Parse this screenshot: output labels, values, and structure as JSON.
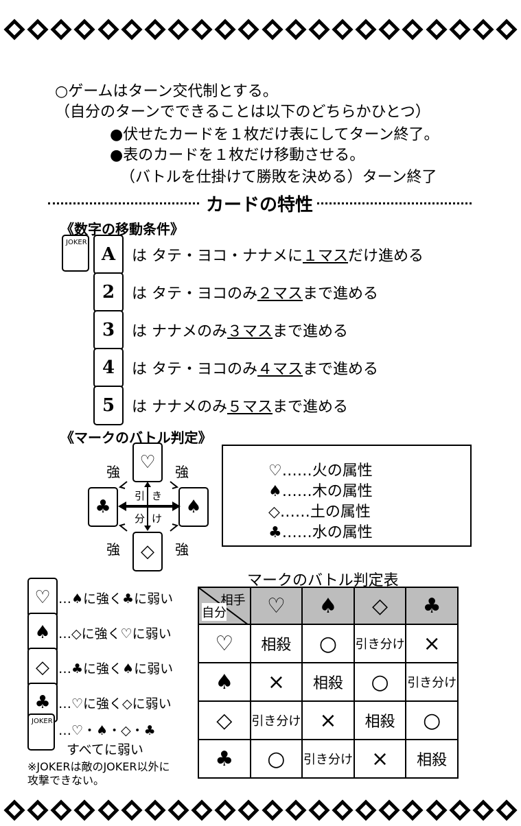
{
  "rules_intro": {
    "line1": "○ゲームはターン交代制とする。",
    "line2": "（自分のターンでできることは以下のどちらかひとつ）",
    "line3": "●伏せたカードを１枚だけ表にしてターン終了。",
    "line4": "●表のカードを１枚だけ移動させる。",
    "line5": "（バトルを仕掛けて勝敗を決める）ターン終了"
  },
  "section_title": "カードの特性",
  "movement": {
    "heading": "《数字の移動条件》",
    "joker_label": "JOKER",
    "rows": [
      {
        "card": "A",
        "pre": "は タテ・ヨコ・ナナメに",
        "u": "１マス",
        "post": "だけ進める"
      },
      {
        "card": "2",
        "pre": "は タテ・ヨコのみ",
        "u": "２マス",
        "post": "まで進める"
      },
      {
        "card": "3",
        "pre": "は ナナメのみ",
        "u": "３マス",
        "post": "まで進める"
      },
      {
        "card": "4",
        "pre": "は タテ・ヨコのみ",
        "u": "４マス",
        "post": "まで進める"
      },
      {
        "card": "5",
        "pre": "は ナナメのみ",
        "u": "５マス",
        "post": "まで進める"
      }
    ]
  },
  "battle": {
    "heading": "《マークのバトル判定》",
    "strong": "強",
    "center_top": "引",
    "center_top2": "き",
    "center_bottom": "分",
    "center_bottom2": "け",
    "suits": {
      "heart": "♡",
      "spade": "♠",
      "diamond": "◇",
      "club": "♣"
    },
    "attributes": [
      "♡……火の属性",
      "♠……木の属性",
      "◇……土の属性",
      "♣……水の属性"
    ]
  },
  "left_rules": [
    {
      "card": "♡",
      "text": "…♠に強く♣に弱い"
    },
    {
      "card": "♠",
      "text": "…◇に強く♡に弱い"
    },
    {
      "card": "◇",
      "text": "…♣に強く♠に弱い"
    },
    {
      "card": "♣",
      "text": "…♡に強く◇に弱い"
    },
    {
      "card": "JOKER",
      "text": "…♡・♠・◇・♣"
    }
  ],
  "joker_weak": "すべてに弱い",
  "note": "※JOKERは敵のJOKER以外に攻撃できない。",
  "table": {
    "title": "マークのバトル判定表",
    "corner_top": "相手",
    "corner_bottom": "自分",
    "headers": [
      "♡",
      "♠",
      "◇",
      "♣"
    ],
    "rows": [
      {
        "head": "♡",
        "cells": [
          "相殺",
          "○",
          "引き分け",
          "×"
        ]
      },
      {
        "head": "♠",
        "cells": [
          "×",
          "相殺",
          "○",
          "引き分け"
        ]
      },
      {
        "head": "◇",
        "cells": [
          "引き分け",
          "×",
          "相殺",
          "○"
        ]
      },
      {
        "head": "♣",
        "cells": [
          "○",
          "引き分け",
          "×",
          "相殺"
        ]
      }
    ]
  }
}
